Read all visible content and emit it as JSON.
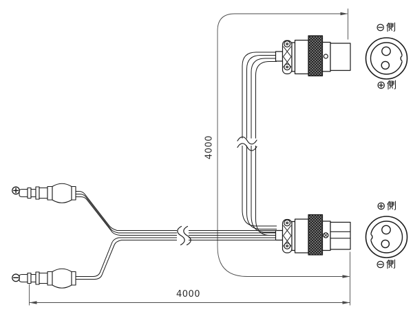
{
  "dimensions": {
    "vertical_length": "4000",
    "horizontal_length": "4000"
  },
  "plugs": {
    "positive_marker": "⊕",
    "negative_marker": "⊖"
  },
  "connector_faces": {
    "top": {
      "upper": {
        "symbol": "⊖",
        "kanji": "側",
        "label": "⊖側"
      },
      "lower": {
        "symbol": "⊕",
        "kanji": "側",
        "label": "⊕側"
      }
    },
    "bottom": {
      "upper": {
        "symbol": "⊕",
        "kanji": "側",
        "label": "⊕側"
      },
      "lower": {
        "symbol": "⊖",
        "kanji": "側",
        "label": "⊖側"
      }
    }
  },
  "colors": {
    "line": "#1a1a1a",
    "dimension": "#4a4a4a",
    "knurl_base": "#8c8c8c"
  }
}
